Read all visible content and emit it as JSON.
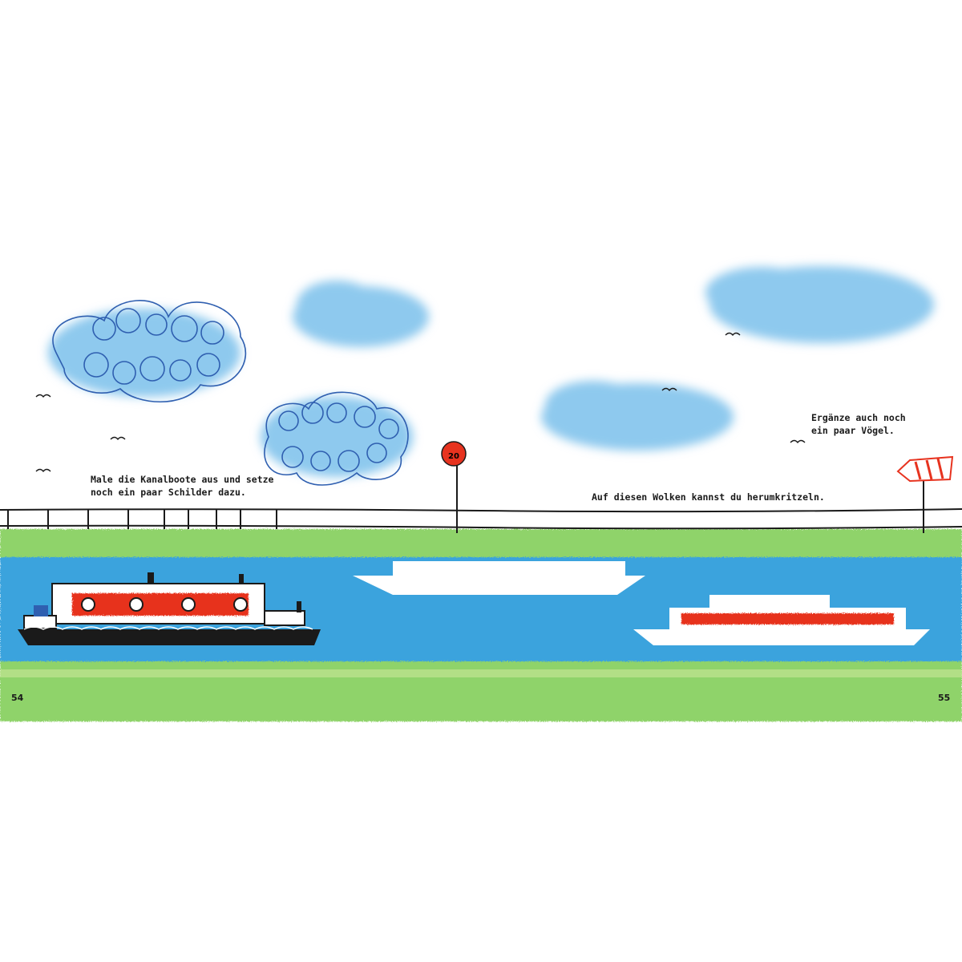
{
  "captions": {
    "left_line1": "Male die Kanalboote aus und setze",
    "left_line2": "noch ein paar Schilder dazu.",
    "center": "Auf diesen Wolken kannst du herumkritzeln.",
    "right_line1": "Ergänze auch noch",
    "right_line2": "ein paar Vögel."
  },
  "sign": {
    "number": "20"
  },
  "pages": {
    "left": "54",
    "right": "55"
  },
  "colors": {
    "grass": "#8fd36a",
    "water": "#3aa3dd",
    "cloud": "#8ec9ee",
    "scribble": "#2f5fb0",
    "red": "#e7331f",
    "ink": "#1a1a1a"
  },
  "icons": [
    "cloud-icon",
    "bird-icon",
    "canal-boat-icon",
    "speed-sign-icon",
    "windsock-icon",
    "fence-icon"
  ]
}
